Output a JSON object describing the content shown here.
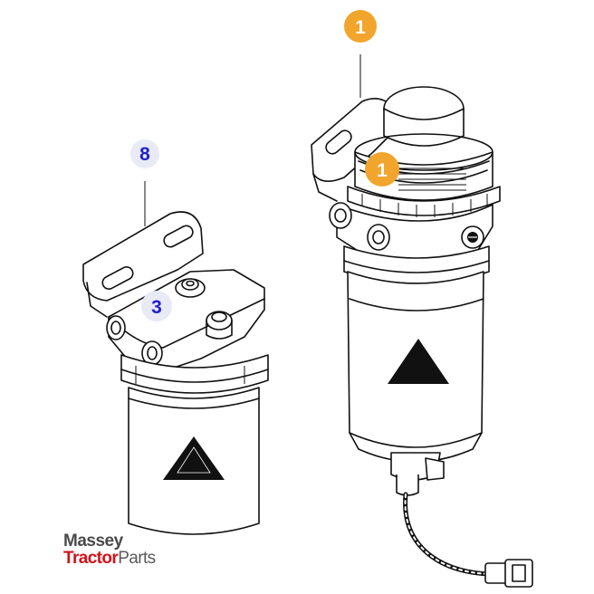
{
  "callouts": {
    "left_top": {
      "label": "8",
      "bg": "#e8eaf6",
      "fg": "#2222cc"
    },
    "left_body": {
      "label": "3",
      "bg": "#e8eaf6",
      "fg": "#2222cc"
    },
    "right_top": {
      "label": "1",
      "bg": "#f2a52c",
      "fg": "#ffffff"
    },
    "right_body": {
      "label": "1",
      "bg": "#f2a52c",
      "fg": "#ffffff"
    }
  },
  "watermark": {
    "line1": "Massey",
    "line2_bold": "Tractor",
    "line2_light": "Parts",
    "accent": "#d4121a"
  }
}
